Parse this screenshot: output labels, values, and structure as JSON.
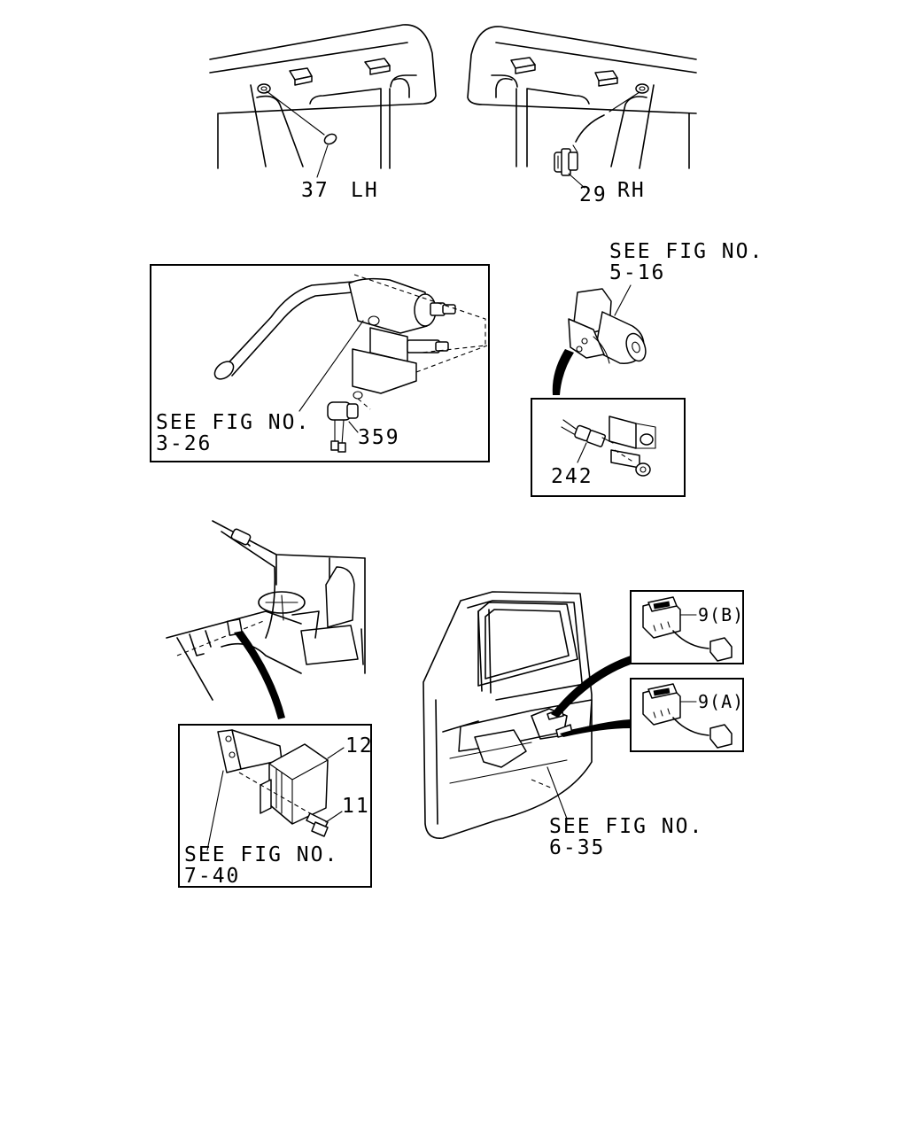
{
  "callouts": {
    "p37": "37",
    "lh": "LH",
    "p29": "29",
    "rh": "RH",
    "p359": "359",
    "p242": "242",
    "p12": "12",
    "p11": "11",
    "p9b": "9(B)",
    "p9a": "9(A)"
  },
  "references": {
    "fig_3_26": {
      "line1": "SEE FIG NO.",
      "line2": "3-26"
    },
    "fig_5_16": {
      "line1": "SEE FIG NO.",
      "line2": "5-16"
    },
    "fig_7_40": {
      "line1": "SEE FIG NO.",
      "line2": "7-40"
    },
    "fig_6_35": {
      "line1": "SEE FIG NO.",
      "line2": "6-35"
    }
  }
}
